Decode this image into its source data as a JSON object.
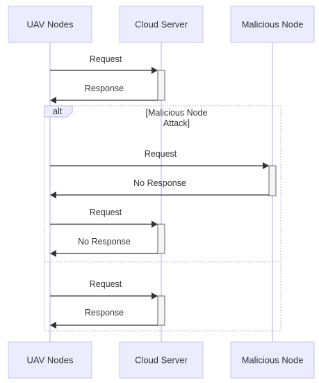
{
  "actors": [
    {
      "id": "uav",
      "label": "UAV Nodes"
    },
    {
      "id": "cloud",
      "label": "Cloud Server"
    },
    {
      "id": "malicious",
      "label": "Malicious Node"
    }
  ],
  "messages": [
    {
      "from": "uav",
      "to": "cloud",
      "label": "Request"
    },
    {
      "from": "cloud",
      "to": "uav",
      "label": "Response"
    },
    {
      "from": "uav",
      "to": "malicious",
      "label": "Request"
    },
    {
      "from": "malicious",
      "to": "uav",
      "label": "No Response"
    },
    {
      "from": "uav",
      "to": "cloud",
      "label": "Request"
    },
    {
      "from": "cloud",
      "to": "uav",
      "label": "No Response"
    },
    {
      "from": "uav",
      "to": "cloud",
      "label": "Request"
    },
    {
      "from": "cloud",
      "to": "uav",
      "label": "Response"
    }
  ],
  "alt_frame": {
    "keyword": "alt",
    "condition_line1": "[Malicious Node",
    "condition_line2": "Attack]"
  }
}
